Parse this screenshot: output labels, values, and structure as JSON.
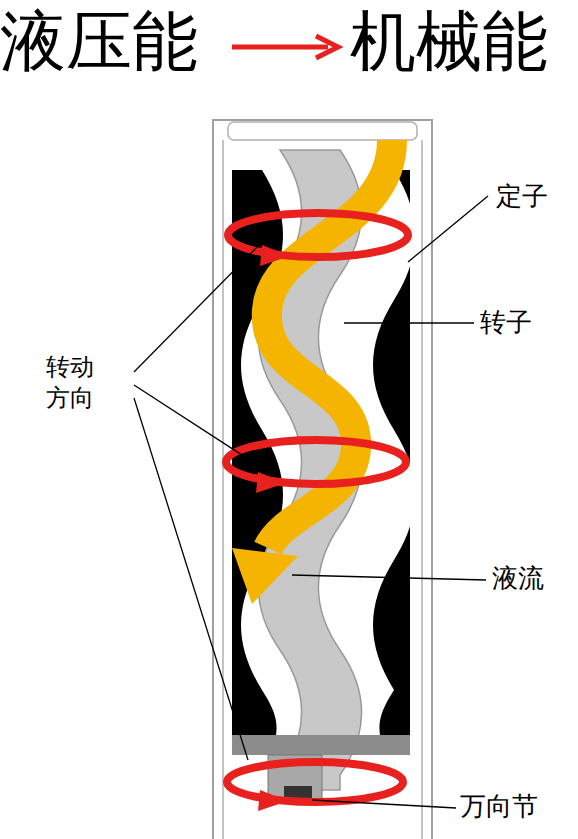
{
  "diagram": {
    "labels": [
      "液压能",
      "机械能",
      "定子",
      "转子",
      "液流",
      "万向节",
      "转动 方向"
    ]
  }
}
